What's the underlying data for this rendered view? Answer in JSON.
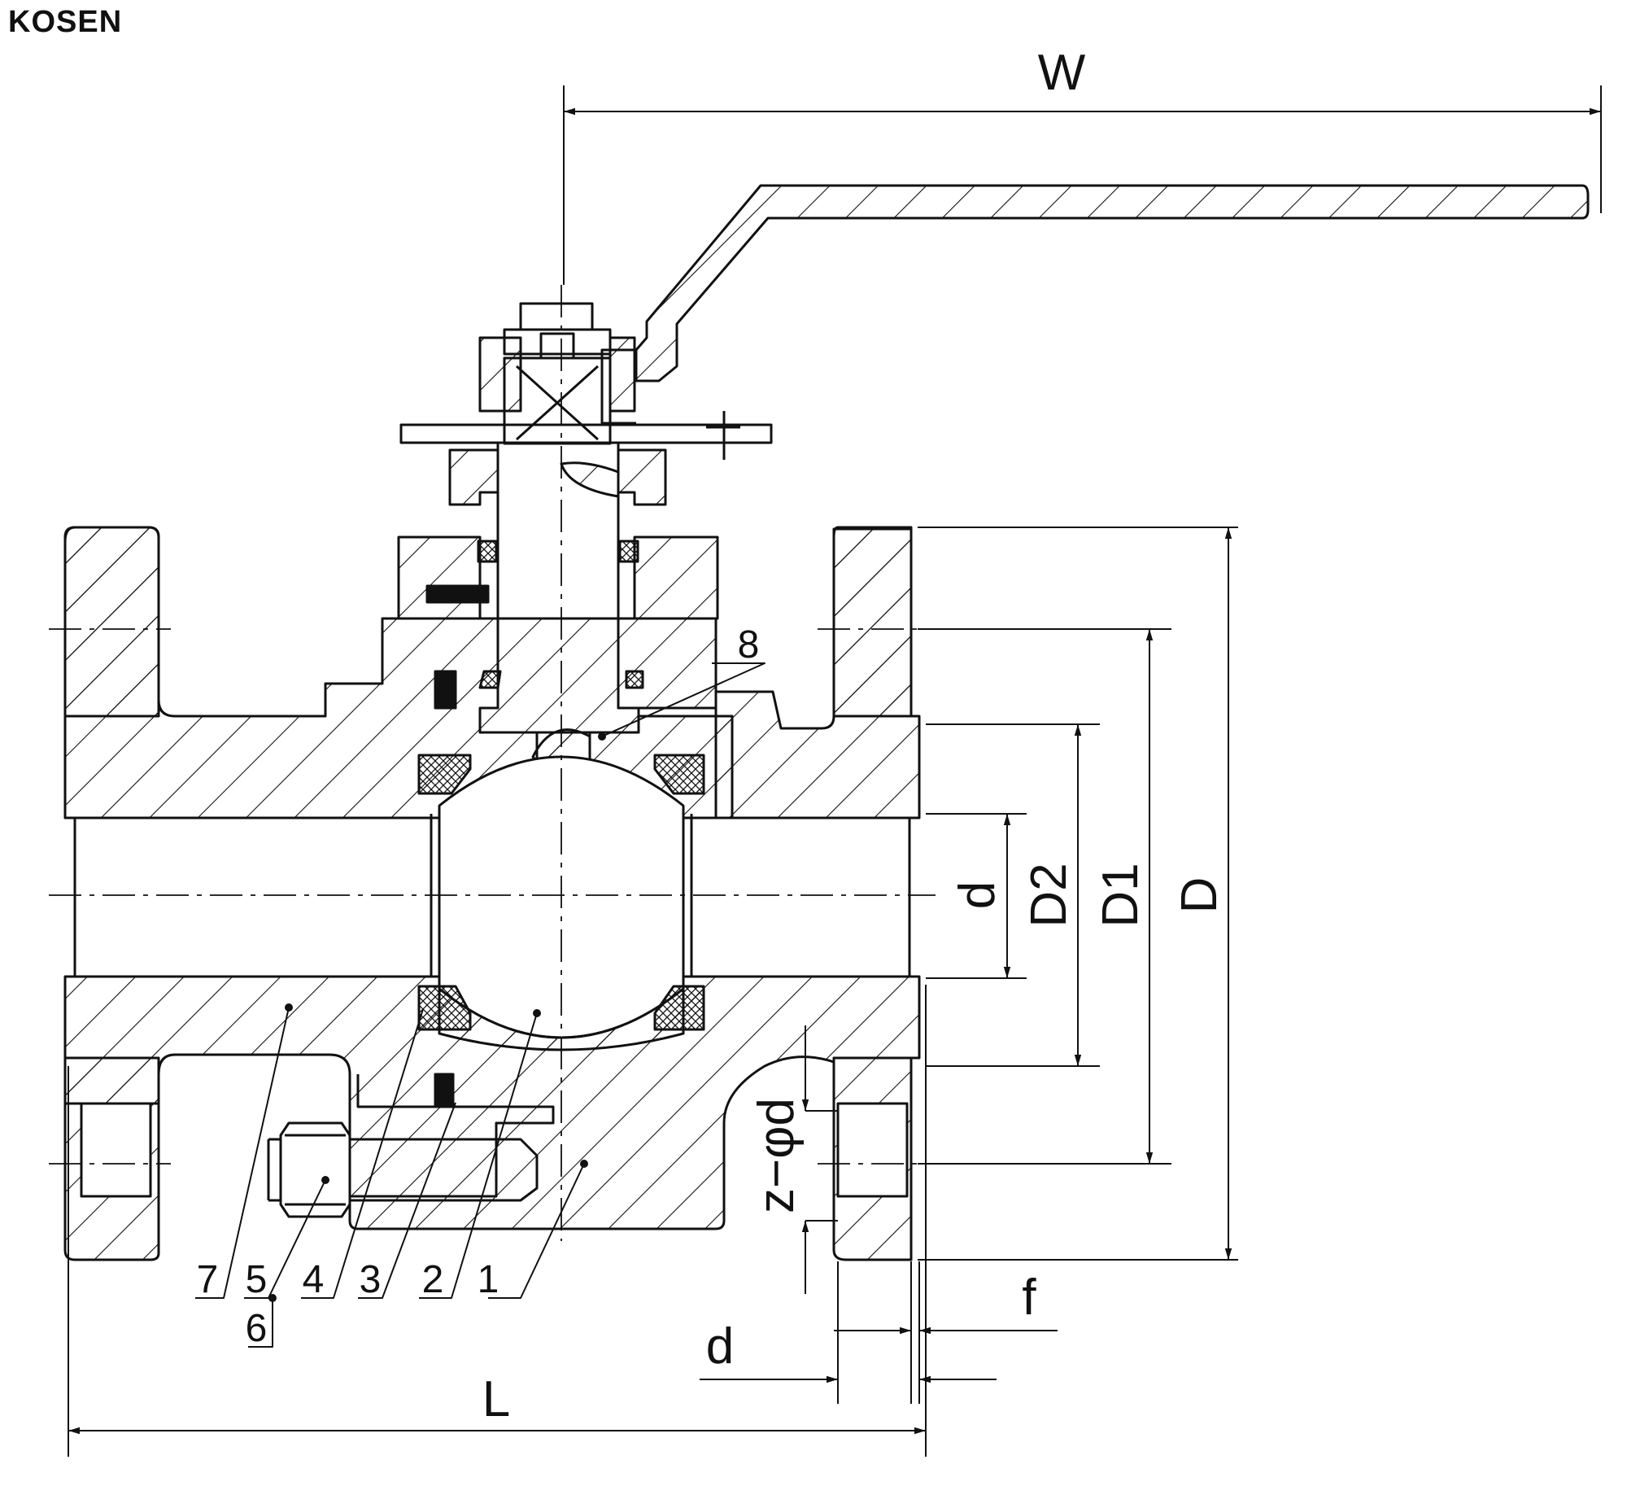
{
  "brand": "KOSEN",
  "dimensions": {
    "W": "W",
    "L": "L",
    "D": "D",
    "D1": "D1",
    "D2": "D2",
    "d_bore": "d",
    "z_phi_d": "z−φd",
    "f": "f",
    "d_flange": "d"
  },
  "callouts": [
    "1",
    "2",
    "3",
    "4",
    "5",
    "6",
    "7",
    "8"
  ],
  "colors": {
    "line": "#111111",
    "background": "#ffffff"
  }
}
